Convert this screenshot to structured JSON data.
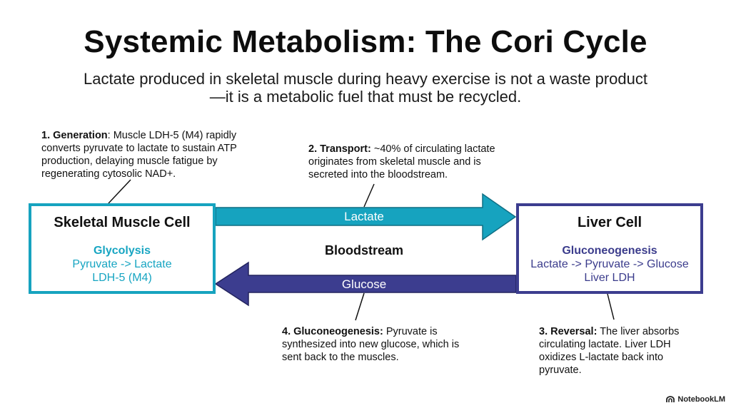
{
  "title": "Systemic Metabolism: The Cori Cycle",
  "subtitle": "Lactate produced in skeletal muscle during heavy exercise is not a waste product—it is a metabolic fuel that must be recycled.",
  "colors": {
    "muscle_accent": "#16a3bf",
    "liver_accent": "#3c3d8f"
  },
  "muscle": {
    "title": "Skeletal Muscle Cell",
    "process": "Glycolysis",
    "reaction": "Pyruvate -> Lactate",
    "enzyme": "LDH-5 (M4)"
  },
  "liver": {
    "title": "Liver Cell",
    "process": "Gluconeogenesis",
    "reaction": "Lactate -> Pyruvate -> Glucose",
    "enzyme": "Liver LDH"
  },
  "bloodstream": "Bloodstream",
  "arrows": {
    "top_label": "Lactate",
    "bottom_label": "Glucose"
  },
  "notes": {
    "generation": {
      "heading": "1. Generation",
      "text": ": Muscle LDH-5 (M4) rapidly converts pyruvate to lactate to sustain ATP production, delaying muscle fatigue by regenerating cytosolic NAD+."
    },
    "transport": {
      "heading": "2. Transport:",
      "text": " ~40% of circulating lactate originates from skeletal muscle and is secreted into the bloodstream."
    },
    "reversal": {
      "heading": "3. Reversal:",
      "text": " The liver absorbs circulating lactate. Liver LDH oxidizes L-lactate back into pyruvate."
    },
    "gluconeogenesis": {
      "heading": "4. Gluconeogenesis:",
      "text": " Pyruvate is synthesized into new glucose, which is sent back to the muscles."
    }
  },
  "brand": "NotebookLM"
}
